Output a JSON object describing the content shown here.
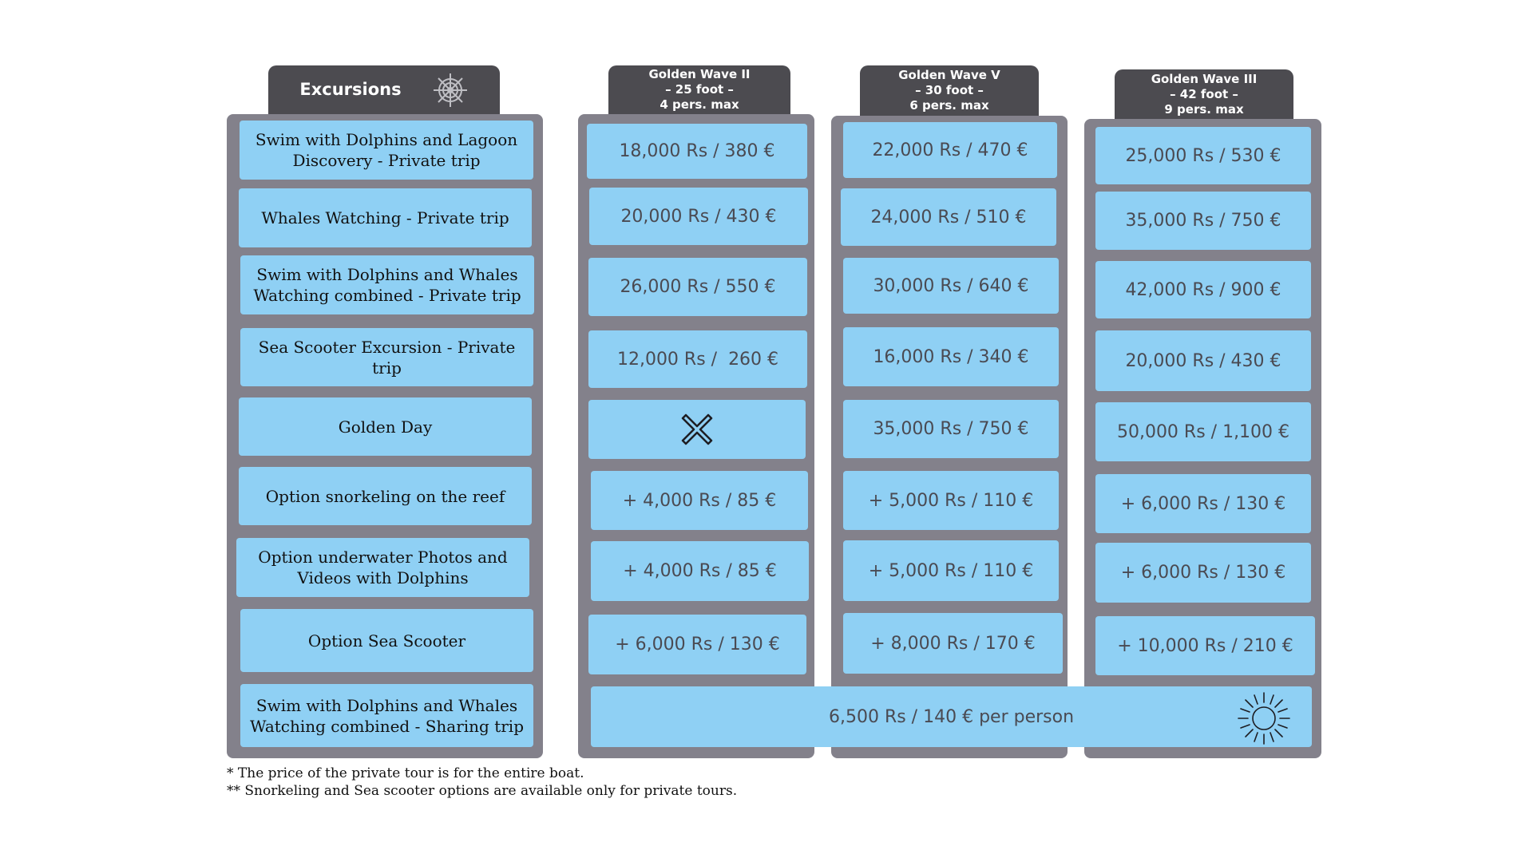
{
  "header": {
    "excursions_label": "Excursions",
    "excursions_icon": "ship-wheel-icon",
    "boats": [
      {
        "name": "Golden Wave II",
        "size": "– 25 foot –",
        "capacity": "4 pers. max"
      },
      {
        "name": "Golden Wave V",
        "size": "– 30 foot –",
        "capacity": "6 pers. max"
      },
      {
        "name": "Golden Wave III",
        "size": "– 42 foot –",
        "capacity": "9 pers. max"
      }
    ]
  },
  "excursions": [
    "Swim with Dolphins and Lagoon Discovery - Private trip",
    "Whales Watching - Private trip",
    "Swim with Dolphins and Whales Watching combined - Private trip",
    "Sea Scooter Excursion - Private trip",
    "Golden Day",
    "Option snorkeling on the reef",
    "Option underwater Photos and Videos with Dolphins",
    "Option Sea Scooter",
    "Swim with Dolphins and Whales Watching combined - Sharing trip"
  ],
  "prices": {
    "golden_wave_ii": [
      "18,000 Rs / 380 €",
      "20,000 Rs / 430 €",
      "26,000 Rs / 550 €",
      "12,000 Rs /  260 €",
      "",
      "+ 4,000 Rs / 85 €",
      "+ 4,000 Rs / 85 €",
      "+ 6,000 Rs / 130 €"
    ],
    "golden_wave_v": [
      "22,000 Rs / 470 €",
      "24,000 Rs / 510 €",
      "30,000 Rs / 640 €",
      "16,000 Rs / 340 €",
      "35,000 Rs / 750 €",
      "+ 5,000 Rs / 110 €",
      "+ 5,000 Rs / 110 €",
      "+ 8,000 Rs / 170 €"
    ],
    "golden_wave_iii": [
      "25,000 Rs / 530 €",
      "35,000 Rs / 750 €",
      "42,000 Rs / 900 €",
      "20,000 Rs / 430 €",
      "50,000 Rs / 1,100 €",
      "+ 6,000 Rs / 130 €",
      "+ 6,000 Rs / 130 €",
      "+ 10,000 Rs / 210 €"
    ]
  },
  "unavailable_icon": "cross-icon",
  "sharing_price": "6,500 Rs / 140 € per person",
  "sharing_icon": "sun-icon",
  "notes": [
    "* The price of the private tour is for the entire boat.",
    "** Snorkeling and Sea scooter options are available only for private tours."
  ],
  "colors": {
    "panel": "#83818b",
    "tab": "#4c4b50",
    "cell": "#8fd0f4",
    "price_text": "#4a4a52"
  }
}
